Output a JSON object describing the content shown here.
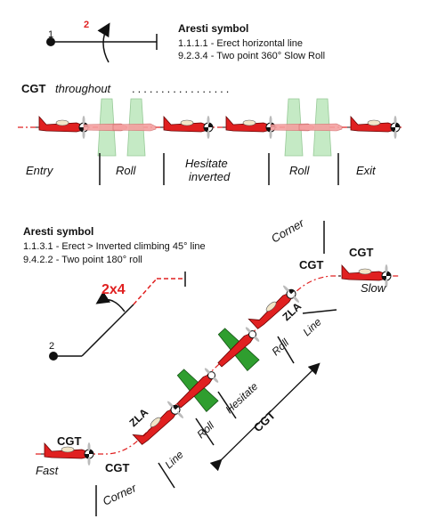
{
  "upper": {
    "aresti_title": "Aresti symbol",
    "aresti_lines": [
      "1.1.1.1  - Erect horizontal line",
      "9.2.3.4  - Two point 360° Slow Roll"
    ],
    "symbol_start": "1",
    "symbol_roll_points": "2",
    "cgt_label": "CGT",
    "cgt_note": "throughout",
    "segments": [
      "Entry",
      "Roll",
      "Hesitate",
      "inverted",
      "Roll",
      "Exit"
    ]
  },
  "lower": {
    "aresti_title": "Aresti symbol",
    "aresti_lines": [
      "1.1.3.1  - Erect > Inverted climbing 45° line",
      "9.4.2.2  - Two point 180° roll"
    ],
    "symbol_roll_notation": "2x4",
    "symbol_start": "2",
    "labels": {
      "cgt_top_left": "CGT",
      "cgt_top_right": "CGT",
      "slow": "Slow",
      "corner_top": "Corner",
      "zla_top": "ZLA",
      "line_top": "Line",
      "roll_top": "Roll",
      "hesitate": "Hesitate",
      "roll_bottom": "Roll",
      "zla_bottom": "ZLA",
      "line_bottom": "Line",
      "cgt_mid": "CGT",
      "cgt_bottom_left": "CGT",
      "fast": "Fast",
      "cgt_bottom_under": "CGT",
      "corner_bottom": "Corner"
    }
  },
  "colors": {
    "plane_body": "#e02020",
    "plane_wing_green": "#33aa33",
    "roll_red": "#e02020"
  }
}
